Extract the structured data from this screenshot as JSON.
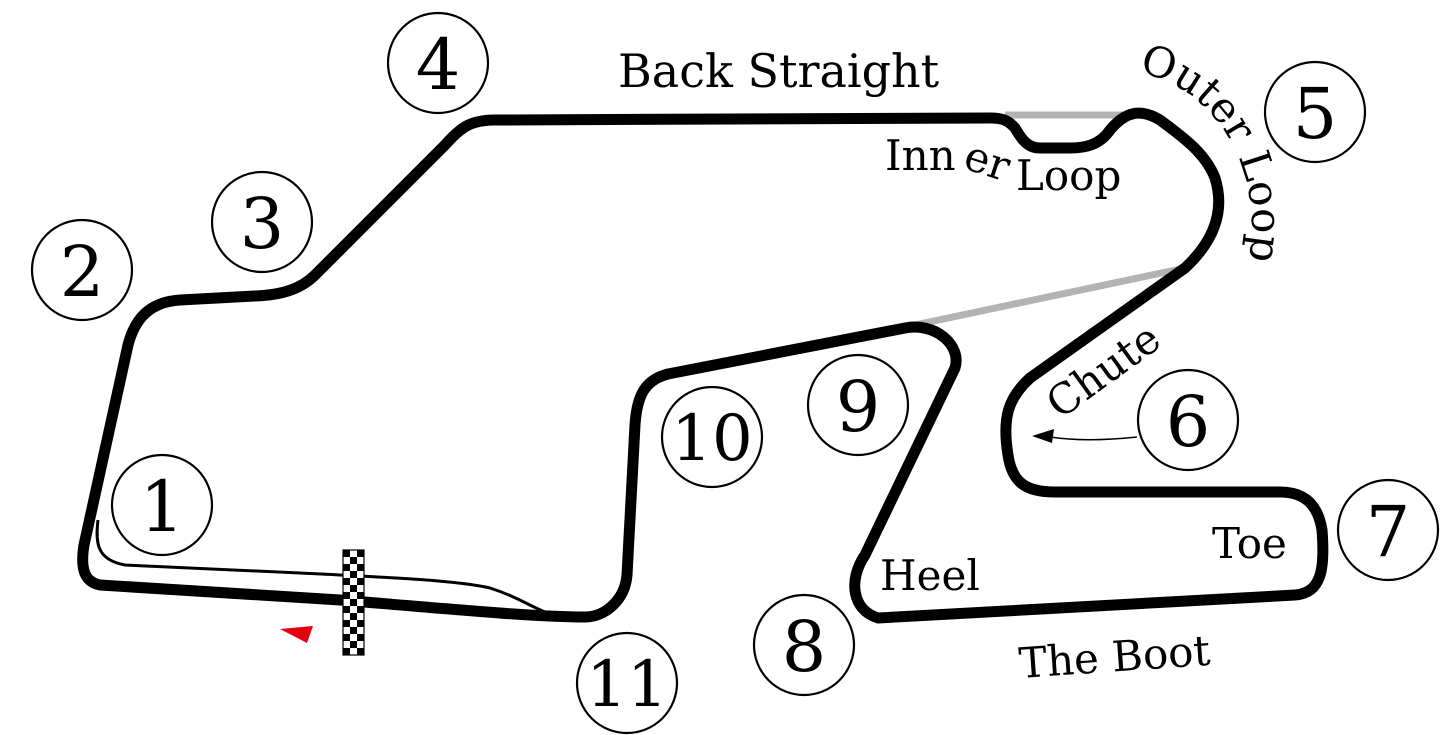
{
  "turns": [
    "1",
    "2",
    "3",
    "4",
    "5",
    "6",
    "7",
    "8",
    "9",
    "10",
    "11"
  ],
  "labels": {
    "back_straight": "Back Straight",
    "inner_loop_1": "Inn",
    "inner_loop_2": "er",
    "inner_loop_3": "Loop",
    "outer_loop": "Outer Loop",
    "chute": "Chute",
    "toe": "Toe",
    "heel": "Heel",
    "the_boot": "The Boot"
  },
  "colors": {
    "track": "#000000",
    "shortcut": "#b3b3b3",
    "direction_marker": "#e5000f"
  }
}
